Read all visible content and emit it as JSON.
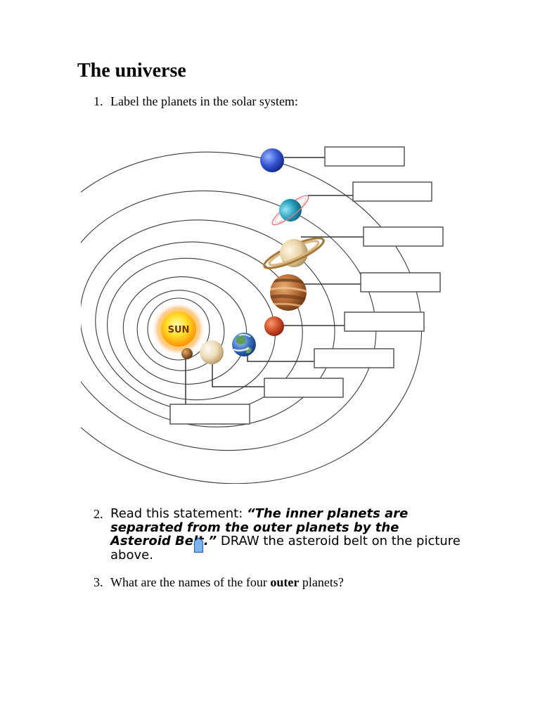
{
  "page": {
    "title": "The universe"
  },
  "questions": {
    "q1": {
      "number": "1.",
      "text": "Label the planets in the solar system:"
    },
    "q2": {
      "number": "2.",
      "lead": "Read this statement: ",
      "statement_line1": "“The inner planets are",
      "statement_line2": "separated from the outer planets by the",
      "statement_line3": "Asteroid Belt.”",
      "instruction_line3": " DRAW the asteroid belt on the picture",
      "instruction_line4": "above."
    },
    "q3": {
      "number": "3.",
      "before": "What are the names of the four ",
      "emph": "outer",
      "after": " planets?"
    }
  },
  "diagram": {
    "sun_label": "SUN"
  },
  "overlay": {
    "icon": "selection-handle-icon"
  }
}
